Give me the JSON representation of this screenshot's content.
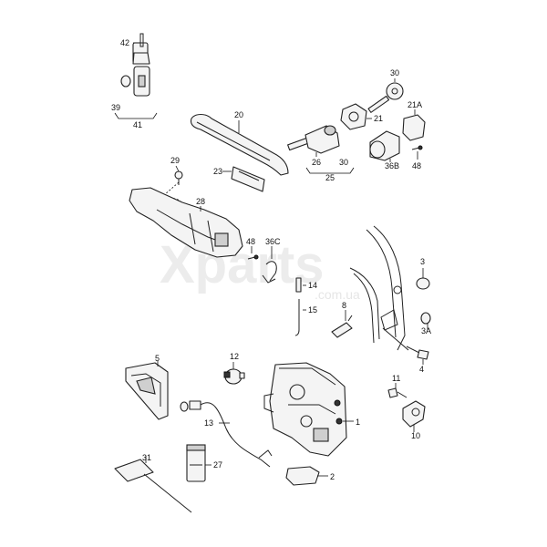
{
  "watermark": {
    "main": "Xparts",
    "sub": ".com.ua"
  },
  "callouts": {
    "c42": "42",
    "c39": "39",
    "c41": "41",
    "c20": "20",
    "c30": "30",
    "c21": "21",
    "c21A": "21A",
    "c26": "26",
    "c30b": "30",
    "c25": "25",
    "c36B": "36B",
    "c48a": "48",
    "c29": "29",
    "c23": "23",
    "c28": "28",
    "c48b": "48",
    "c36C": "36C",
    "c14": "14",
    "c15": "15",
    "c3": "3",
    "c8": "8",
    "c3A": "3A",
    "c4": "4",
    "c5": "5",
    "c12": "12",
    "c11": "11",
    "c13": "13",
    "c1": "1",
    "c10": "10",
    "c31": "31",
    "c27": "27",
    "c2": "2"
  }
}
